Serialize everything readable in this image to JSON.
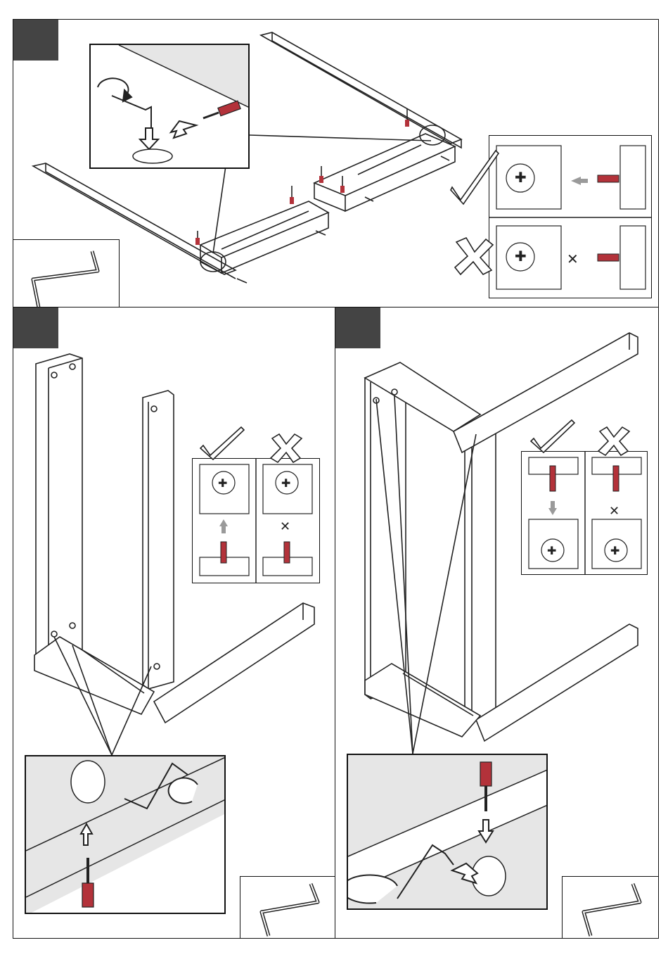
{
  "document": {
    "type": "furniture assembly instructions",
    "steps": [
      {
        "badge": "",
        "content": "desk frame with legs, cam locks and dowels",
        "tool": "hex-key"
      },
      {
        "badge": "",
        "content": "side panels inserted into base",
        "tool": "hex-key"
      },
      {
        "badge": "",
        "content": "top rail attached with cam locks",
        "tool": "hex-key"
      }
    ]
  },
  "colors": {
    "badge": "#444444",
    "shading": "#e6e6e6",
    "bolt_red": "#b3323a",
    "arrow_gray": "#9a9a9a",
    "line": "#222222"
  },
  "icons": [
    "check-mark-icon",
    "cross-mark-icon",
    "hex-key-icon",
    "rotate-arrow-icon",
    "cam-lock-icon",
    "cam-bolt-icon"
  ]
}
